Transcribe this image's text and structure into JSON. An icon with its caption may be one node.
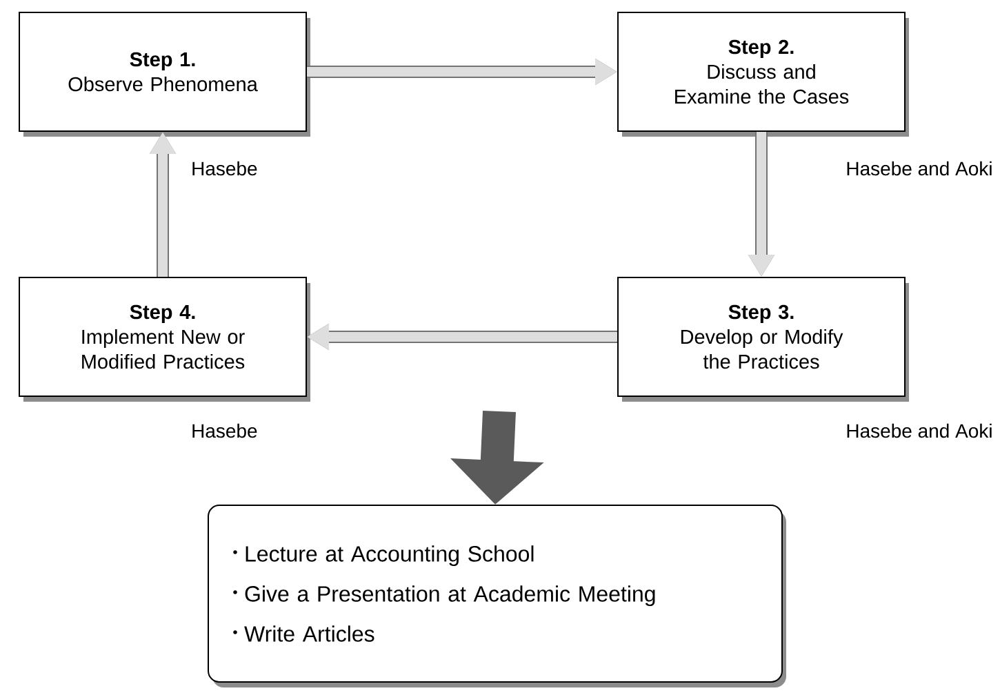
{
  "diagram": {
    "nodes": [
      {
        "text": [
          "Step 1.",
          "Observe Phenomena"
        ],
        "beside": [
          "Hasebe"
        ]
      },
      {
        "text": [
          "Step 2.",
          "Discuss and Examine the Cases"
        ],
        "beside": [
          "Hasebe and Aoki"
        ]
      },
      {
        "text": [
          "Step 4.",
          "Implement New or Modified Practices"
        ],
        "beside": [
          "Hasebe"
        ]
      },
      {
        "text": [
          "Step 3.",
          "Develop or Modify the Practices"
        ],
        "beside": [
          "Hasebe and Aoki"
        ]
      },
      {
        "text": [
          "Lecture at Accounting School",
          "Give a Presentation at Academic Meeting",
          "Write Articles"
        ]
      }
    ],
    "edges": [
      {
        "from": 0,
        "to": 1,
        "arrow": "to"
      },
      {
        "from": 1,
        "to": 3,
        "arrow": "to"
      },
      {
        "from": 3,
        "to": 2,
        "arrow": "to"
      },
      {
        "from": 2,
        "to": 0,
        "arrow": "to"
      },
      {
        "from": null,
        "to": 4,
        "arrow": "to",
        "style": "thick",
        "color": "#5a5a5a"
      }
    ]
  }
}
